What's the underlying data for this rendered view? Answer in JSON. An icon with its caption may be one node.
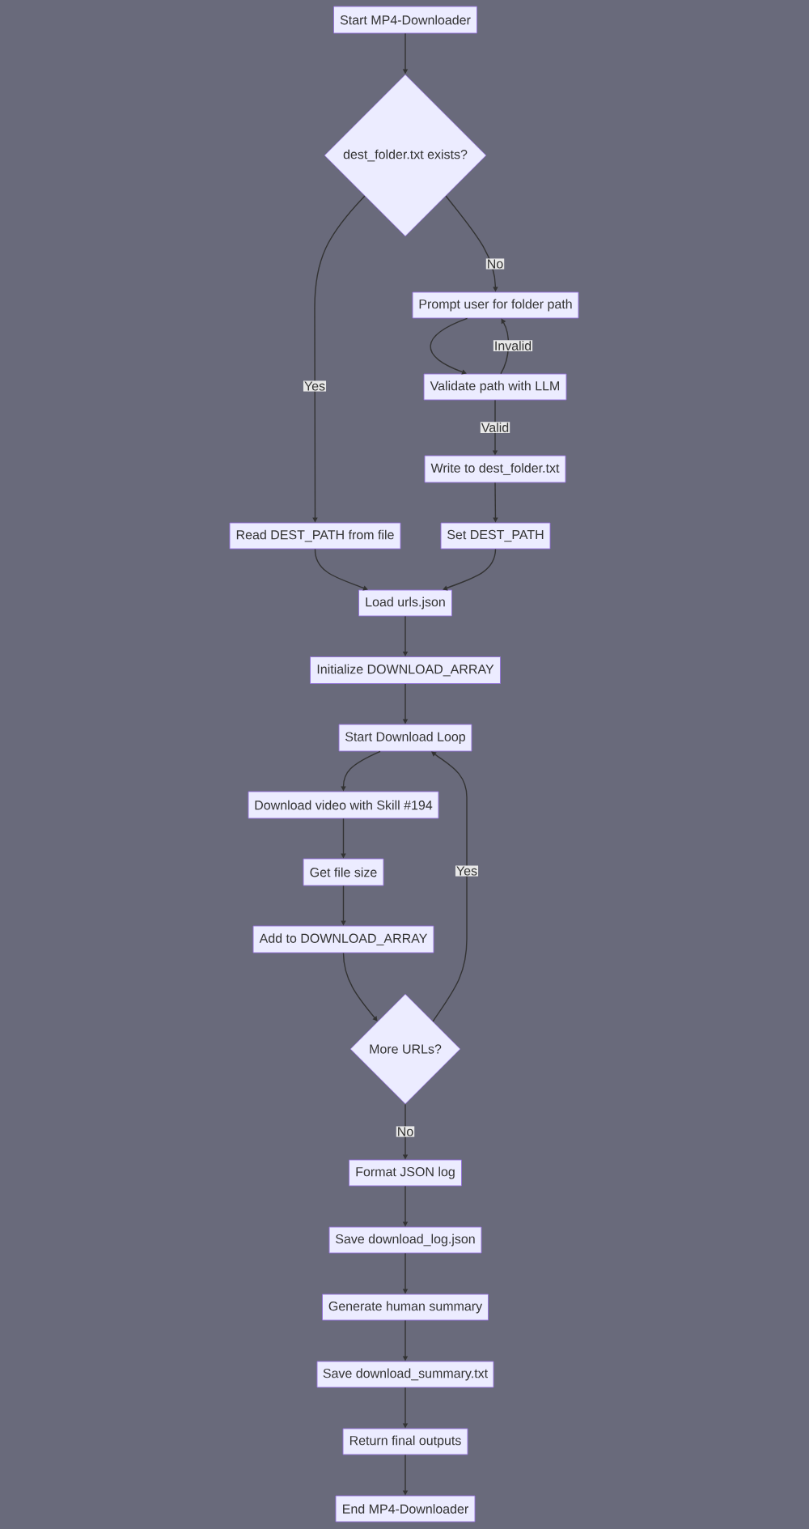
{
  "diagram": {
    "nodes": [
      {
        "text": [
          "Start MP4-Downloader"
        ]
      },
      {
        "text": [
          "dest_folder.txt exists?"
        ]
      },
      {
        "text": [
          "Prompt user for folder path"
        ]
      },
      {
        "text": [
          "Validate path with LLM"
        ]
      },
      {
        "text": [
          "Write to dest_folder.txt"
        ]
      },
      {
        "text": [
          "Read DEST_PATH from file"
        ]
      },
      {
        "text": [
          "Set DEST_PATH"
        ]
      },
      {
        "text": [
          "Load urls.json"
        ]
      },
      {
        "text": [
          "Initialize DOWNLOAD_ARRAY"
        ]
      },
      {
        "text": [
          "Start Download Loop"
        ]
      },
      {
        "text": [
          "Download video with Skill #194"
        ]
      },
      {
        "text": [
          "Get file size"
        ]
      },
      {
        "text": [
          "Add to DOWNLOAD_ARRAY"
        ]
      },
      {
        "text": [
          "More URLs?"
        ]
      },
      {
        "text": [
          "Format JSON log"
        ]
      },
      {
        "text": [
          "Save download_log.json"
        ]
      },
      {
        "text": [
          "Generate human summary"
        ]
      },
      {
        "text": [
          "Save download_summary.txt"
        ]
      },
      {
        "text": [
          "Return final outputs"
        ]
      },
      {
        "text": [
          "End MP4-Downloader"
        ]
      }
    ],
    "edges": [
      {
        "from": 0,
        "to": 1,
        "arrow": "to"
      },
      {
        "from": 1,
        "to": 5,
        "arrow": "to",
        "label": "Yes"
      },
      {
        "from": 1,
        "to": 2,
        "arrow": "to",
        "label": "No"
      },
      {
        "from": 2,
        "to": 3,
        "arrow": "to"
      },
      {
        "from": 3,
        "to": 2,
        "arrow": "to",
        "label": "Invalid"
      },
      {
        "from": 3,
        "to": 4,
        "arrow": "to",
        "label": "Valid"
      },
      {
        "from": 4,
        "to": 6,
        "arrow": "to"
      },
      {
        "from": 5,
        "to": 7,
        "arrow": "to"
      },
      {
        "from": 6,
        "to": 7,
        "arrow": "to"
      },
      {
        "from": 7,
        "to": 8,
        "arrow": "to"
      },
      {
        "from": 8,
        "to": 9,
        "arrow": "to"
      },
      {
        "from": 9,
        "to": 10,
        "arrow": "to"
      },
      {
        "from": 10,
        "to": 11,
        "arrow": "to"
      },
      {
        "from": 11,
        "to": 12,
        "arrow": "to"
      },
      {
        "from": 12,
        "to": 13,
        "arrow": "to"
      },
      {
        "from": 13,
        "to": 9,
        "arrow": "to",
        "label": "Yes"
      },
      {
        "from": 13,
        "to": 14,
        "arrow": "to",
        "label": "No"
      },
      {
        "from": 14,
        "to": 15,
        "arrow": "to"
      },
      {
        "from": 15,
        "to": 16,
        "arrow": "to"
      },
      {
        "from": 16,
        "to": 17,
        "arrow": "to"
      },
      {
        "from": 17,
        "to": 18,
        "arrow": "to"
      },
      {
        "from": 18,
        "to": 19,
        "arrow": "to"
      }
    ]
  }
}
